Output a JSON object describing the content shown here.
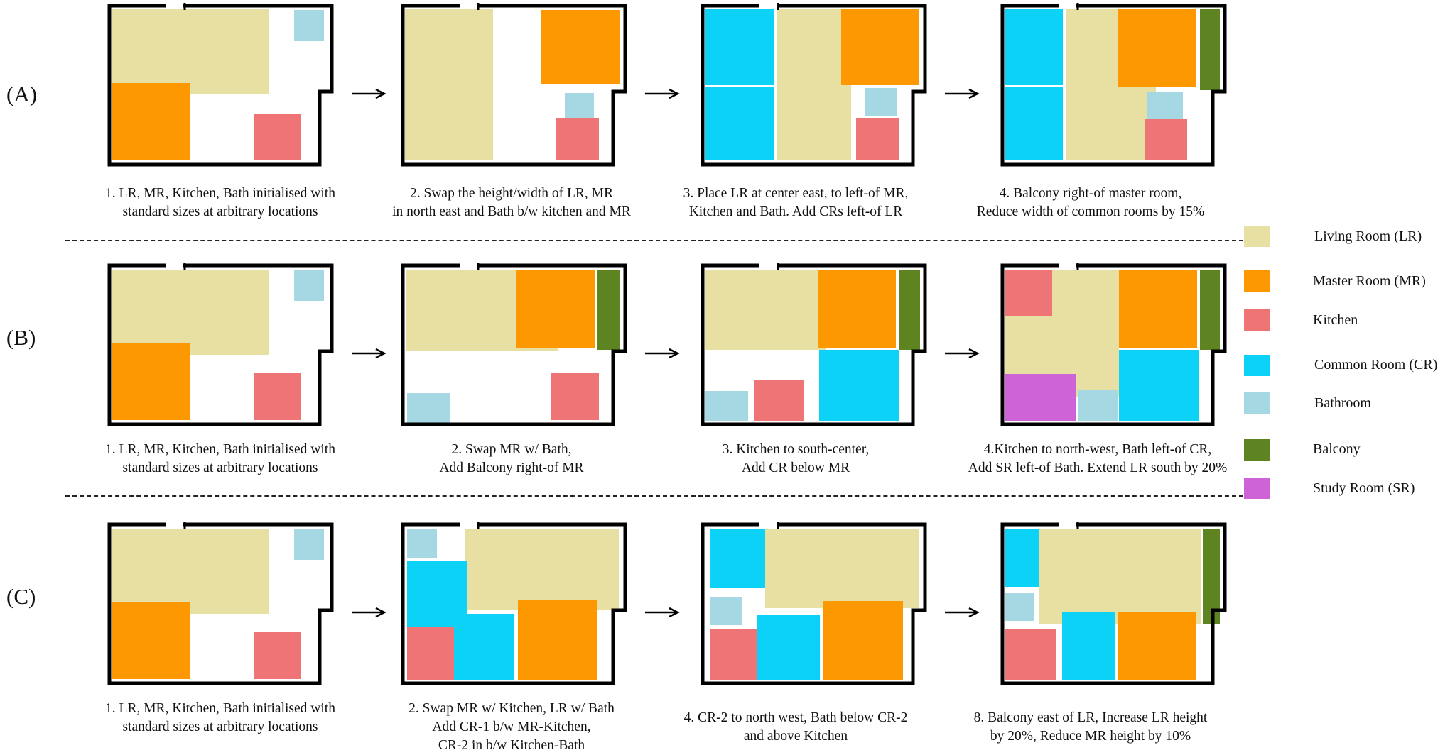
{
  "colors": {
    "living_room": "#e8e0a2",
    "master_room": "#fd9800",
    "kitchen": "#ee7476",
    "common_room": "#0dd2f8",
    "bathroom": "#a6d8e3",
    "balcony": "#5d8421",
    "study_room": "#cd63d7",
    "wall": "#000000"
  },
  "rows": [
    {
      "label": "(A)",
      "captions": [
        "1. LR, MR, Kitchen, Bath initialised with\nstandard sizes at arbitrary locations",
        "2. Swap the height/width of LR, MR\nin north east and Bath b/w kitchen and MR",
        "3. Place LR at center east, to left-of MR,\nKitchen and Bath. Add CRs left-of LR",
        "4. Balcony right-of master room,\nReduce width of common rooms by 15%"
      ]
    },
    {
      "label": "(B)",
      "captions": [
        "1.  LR, MR, Kitchen, Bath initialised with\nstandard sizes at arbitrary locations",
        "2. Swap MR w/ Bath,\nAdd Balcony right-of MR",
        "3. Kitchen to south-center,\nAdd CR below MR",
        "4.Kitchen to north-west, Bath left-of CR,\nAdd SR left-of Bath. Extend LR south by 20%"
      ]
    },
    {
      "label": "(C)",
      "captions": [
        "1.  LR, MR, Kitchen, Bath initialised with\nstandard sizes at arbitrary locations",
        "2. Swap MR w/ Kitchen, LR w/ Bath\nAdd  CR-1 b/w MR-Kitchen,\nCR-2 in b/w Kitchen-Bath",
        "4. CR-2 to north west, Bath below CR-2\nand above Kitchen",
        "8. Balcony east of LR, Increase LR height\nby 20%, Reduce MR height by 10%"
      ]
    }
  ],
  "legend": [
    {
      "label": "Living Room (LR)",
      "color": "#e8e0a2"
    },
    {
      "label": "Master Room (MR)",
      "color": "#fd9800"
    },
    {
      "label": "Kitchen",
      "color": "#ee7476"
    },
    {
      "label": "Common Room (CR)",
      "color": "#0dd2f8"
    },
    {
      "label": "Bathroom",
      "color": "#a6d8e3"
    },
    {
      "label": "Balcony",
      "color": "#5d8421"
    },
    {
      "label": "Study Room (SR)",
      "color": "#cd63d7"
    }
  ],
  "arrow_glyph": "→"
}
